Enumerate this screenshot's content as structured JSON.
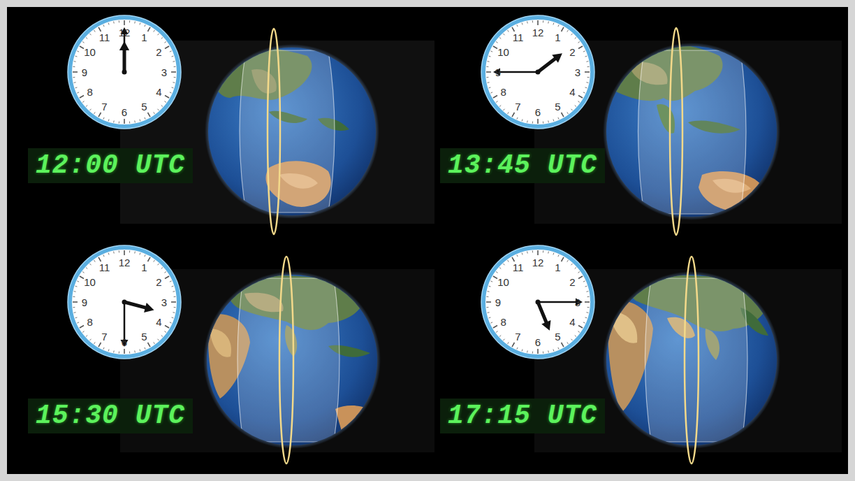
{
  "diagram": {
    "labels": [
      "12",
      "1",
      "2",
      "3",
      "4",
      "5",
      "6",
      "7",
      "8",
      "9",
      "10",
      "11",
      "12:00 UTC",
      "12",
      "1",
      "2",
      "3",
      "4",
      "5",
      "6",
      "7",
      "8",
      "9",
      "10",
      "11",
      "13:45 UTC",
      "12",
      "1",
      "2",
      "3",
      "4",
      "5",
      "6",
      "7",
      "8",
      "9",
      "10",
      "11",
      "15:30 UTC",
      "12",
      "1",
      "2",
      "3",
      "4",
      "5",
      "6",
      "7",
      "8",
      "9",
      "10",
      "11",
      "17:15 UTC"
    ]
  }
}
